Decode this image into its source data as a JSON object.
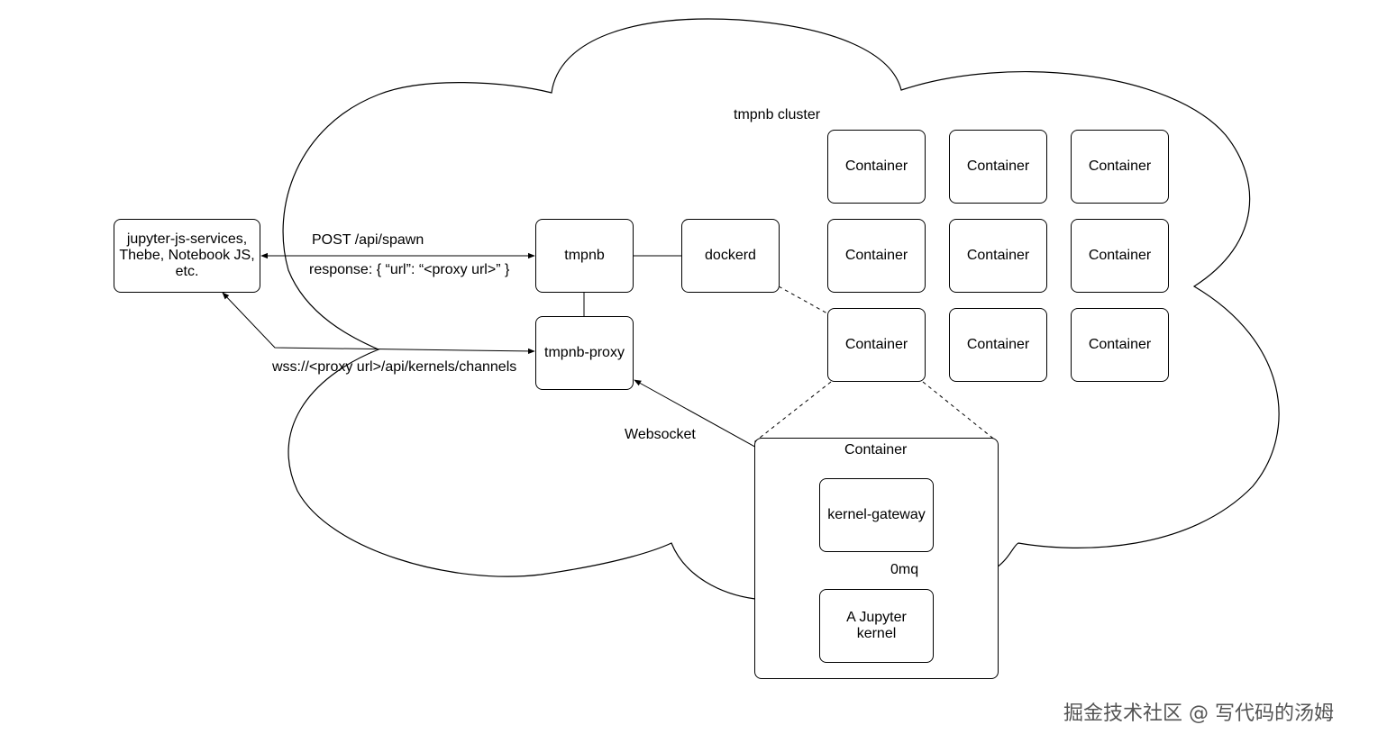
{
  "client": {
    "line1": "jupyter-js-services,",
    "line2": "Thebe, Notebook JS,",
    "line3": "etc."
  },
  "tmpnb": "tmpnb",
  "dockerd": "dockerd",
  "tmpnb_proxy": "tmpnb-proxy",
  "cluster_label": "tmpnb cluster",
  "containers": [
    "Container",
    "Container",
    "Container",
    "Container",
    "Container",
    "Container",
    "Container",
    "Container",
    "Container"
  ],
  "post_label": "POST /api/spawn",
  "response_label": "response: { “url”: “<proxy url>” }",
  "wss_label": "wss://<proxy url>/api/kernels/channels",
  "websocket_label": "Websocket",
  "detail_container": {
    "title": "Container",
    "kernel_gateway": "kernel-gateway",
    "zmq_label": "0mq",
    "kernel_line1": "A Jupyter",
    "kernel_line2": "kernel"
  },
  "watermark": "掘金技术社区 @ 写代码的汤姆"
}
